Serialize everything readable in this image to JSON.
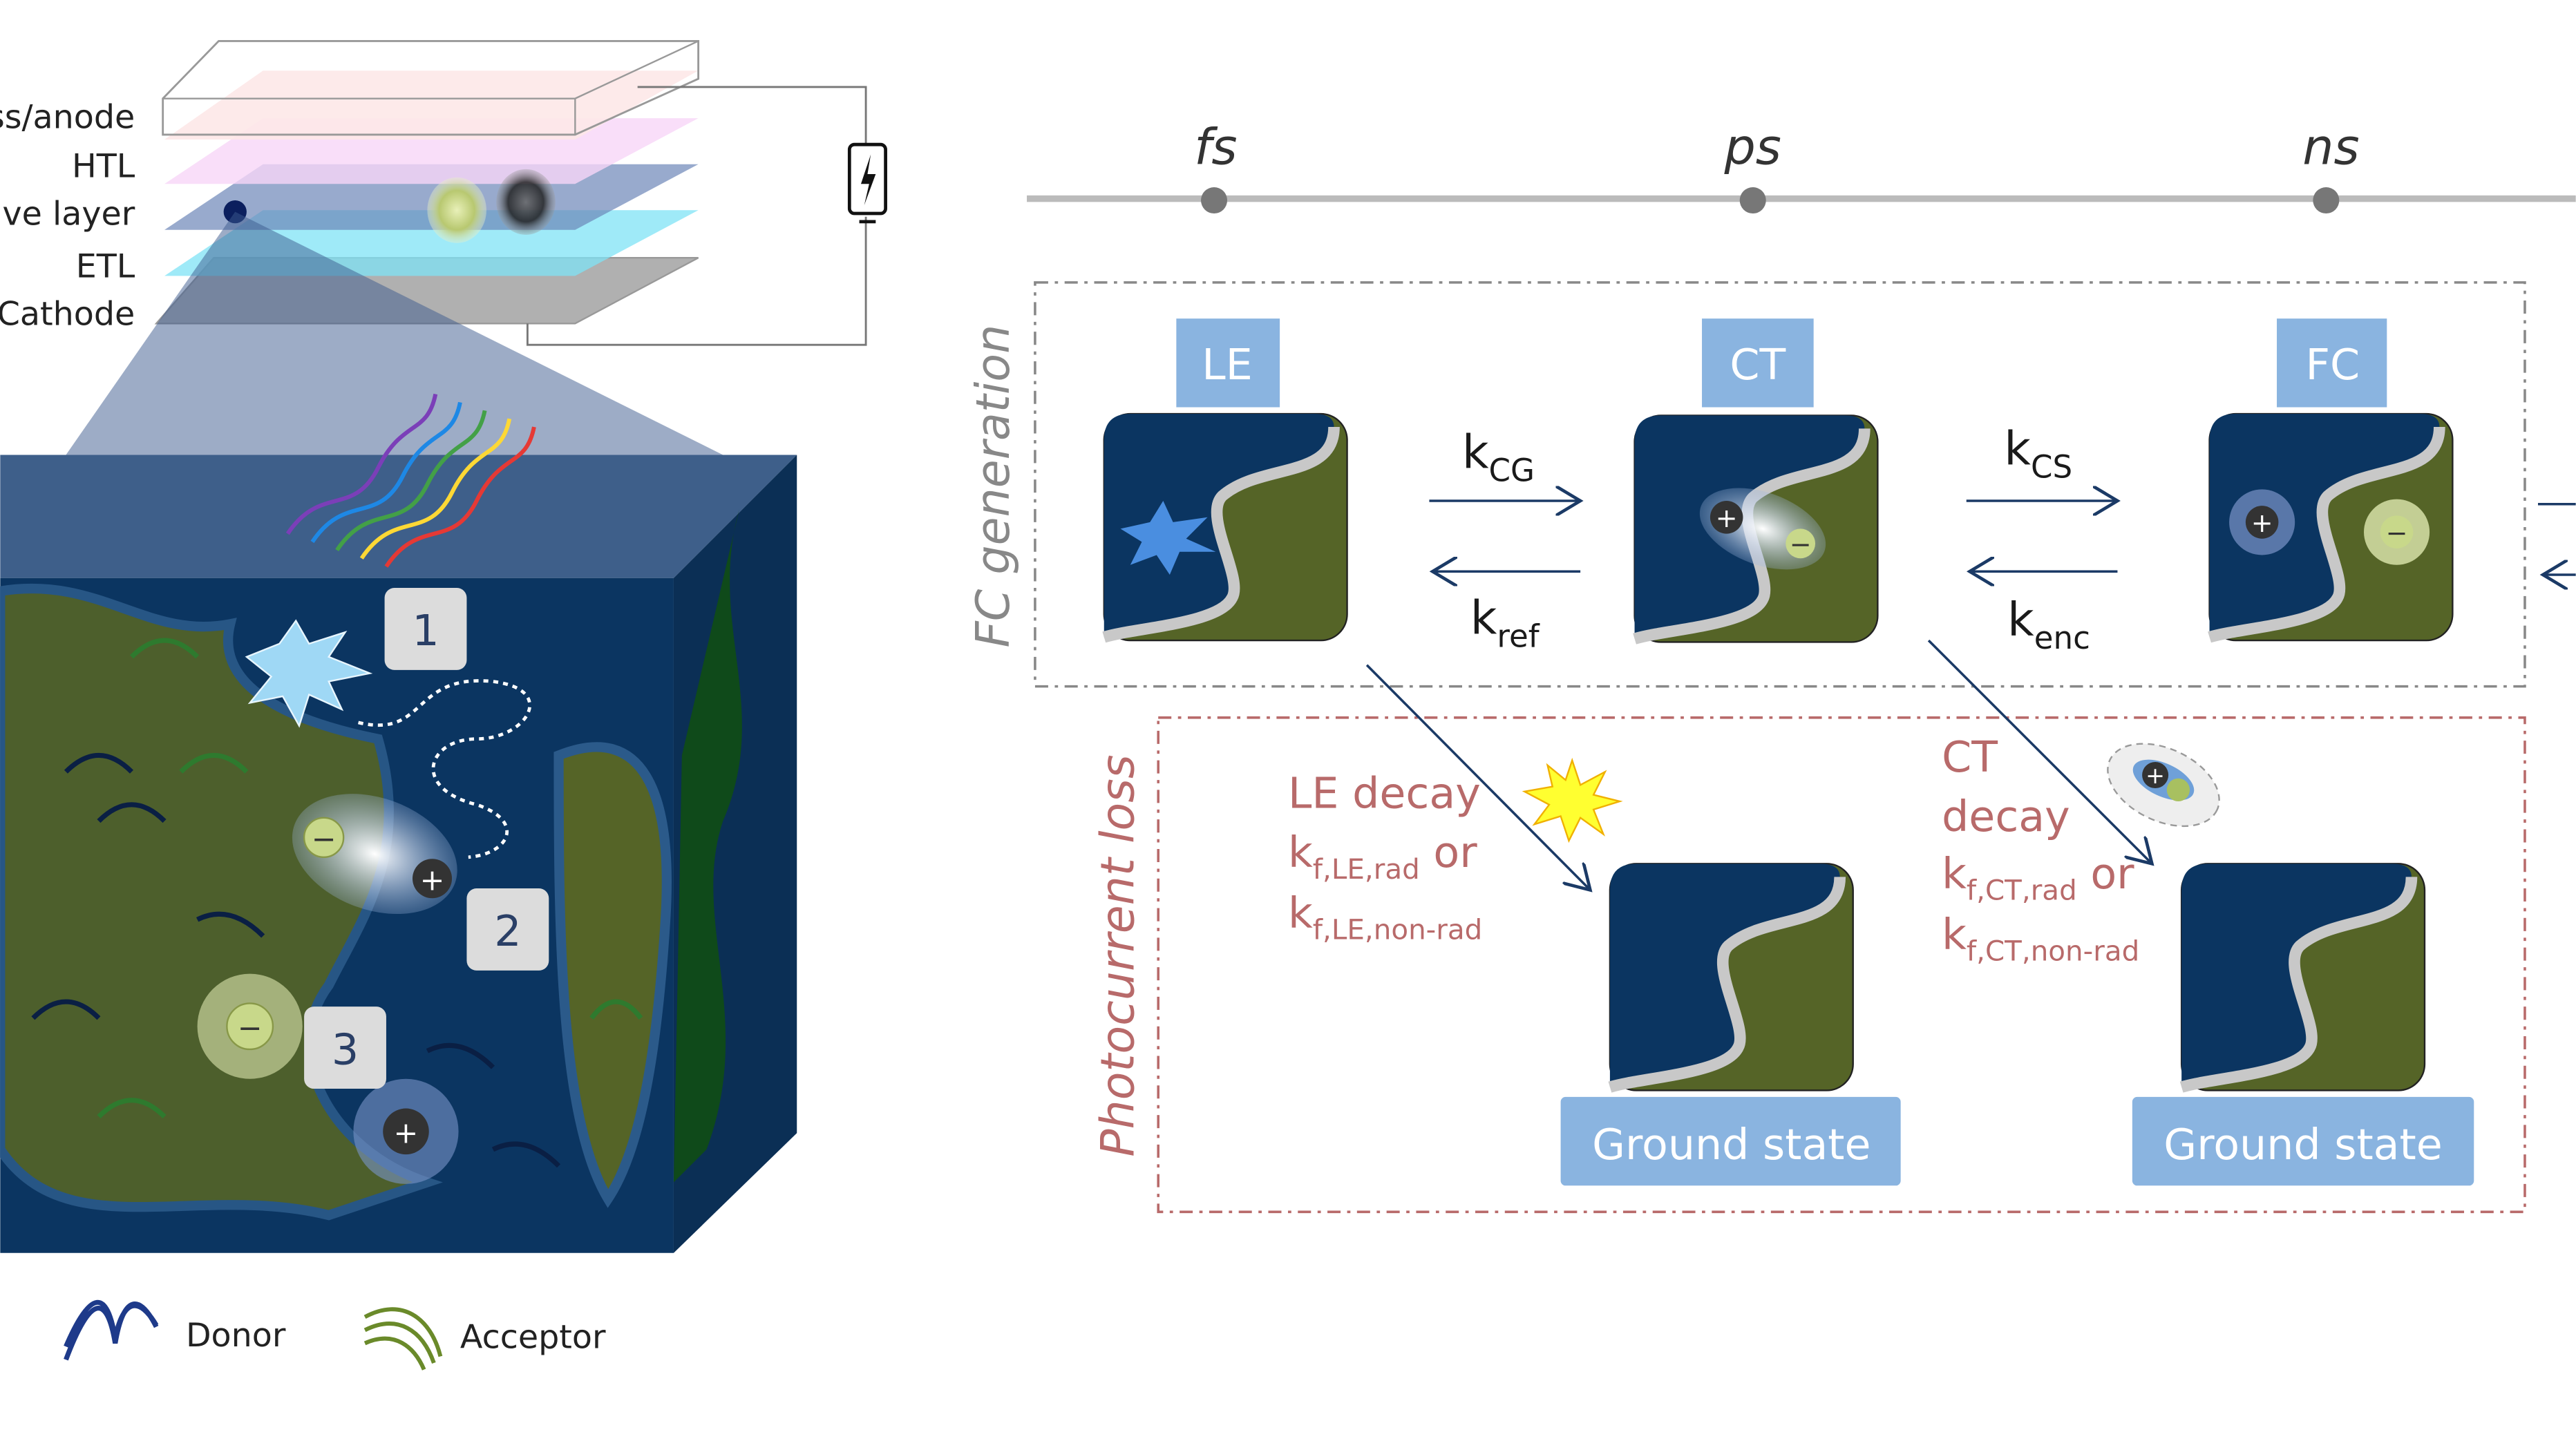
{
  "device_stack": {
    "layers": [
      "ss/anode",
      "HTL",
      "tive layer",
      "ETL",
      "Cathode"
    ],
    "layer_colors": [
      "#fde8e8",
      "#f8d6f8",
      "#6c86b8",
      "#7fe3f5",
      "#aaaaaa"
    ]
  },
  "morphology": {
    "steps": [
      "1",
      "2",
      "3"
    ],
    "charge_symbols": {
      "plus": "+",
      "minus": "−"
    }
  },
  "legend": {
    "donor": "Donor",
    "acceptor": "Acceptor"
  },
  "timeline": {
    "labels": [
      "fs",
      "ps",
      "ns"
    ]
  },
  "fc_generation": {
    "title": "FC generation",
    "states": [
      "LE",
      "CT",
      "FC"
    ],
    "rates": {
      "kCG": {
        "k": "k",
        "sub": "CG"
      },
      "kref": {
        "k": "k",
        "sub": "ref"
      },
      "kCS": {
        "k": "k",
        "sub": "CS"
      },
      "kenc": {
        "k": "k",
        "sub": "enc"
      }
    }
  },
  "photocurrent_loss": {
    "title": "Photocurrent loss",
    "le_decay": {
      "title": "LE decay",
      "rad_k": "k",
      "rad_sub": "f,LE,rad",
      "or": " or",
      "nonrad_k": "k",
      "nonrad_sub": "f,LE,non-rad"
    },
    "ct_decay": {
      "title1": "CT",
      "title2": "decay",
      "rad_k": "k",
      "rad_sub": "f,CT,rad",
      "or": " or",
      "nonrad_k": "k",
      "nonrad_sub": "f,CT,non-rad"
    },
    "ground_states": [
      "Ground state",
      "Ground state"
    ]
  },
  "colors": {
    "donor": "#0b3561",
    "acceptor": "#556427",
    "state_label": "#8ab4e0",
    "loss": "#b86a6a",
    "box": "#888888"
  }
}
